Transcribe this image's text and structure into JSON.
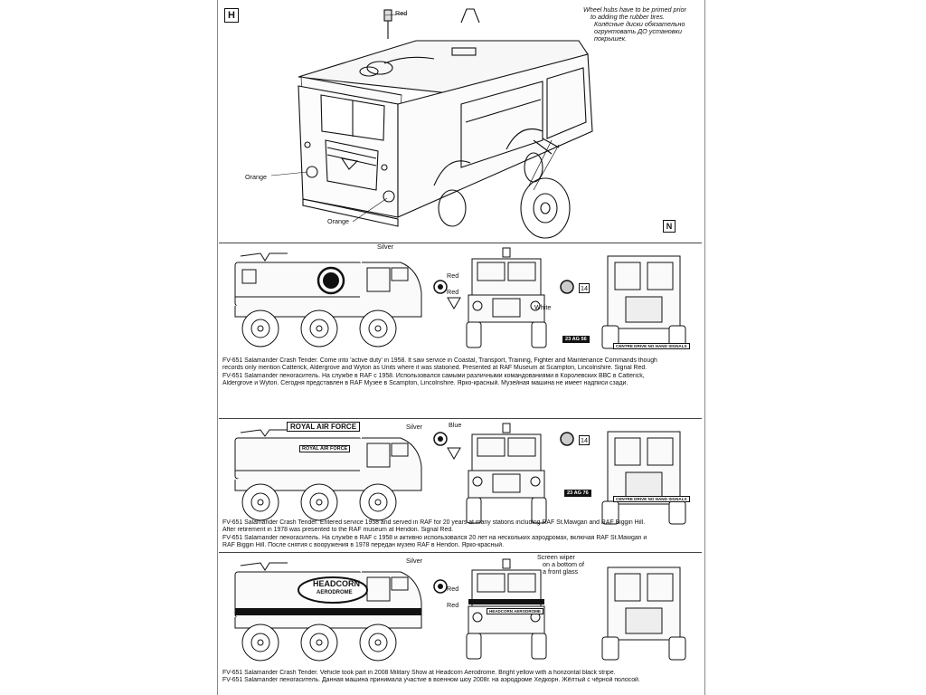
{
  "section_h": {
    "letter": "H",
    "note_en_1": "Wheel hubs have to be primed prior",
    "note_en_2": "to adding the rubber tires.",
    "note_ru_1": "Колёсные диски обязательно",
    "note_ru_2": "огрунтовать ДО установки",
    "note_ru_3": "покрышек.",
    "label_red": "Red",
    "label_orange_1": "Orange",
    "label_orange_2": "Orange",
    "letter_n": "N"
  },
  "variant1": {
    "label_silver": "Silver",
    "label_red_1": "Red",
    "label_red_2": "Red",
    "label_white": "White",
    "part_14": "14",
    "plate": "23 AG 56",
    "rear_plate": "CENTRE DRIVE NO HAND SIGNALS",
    "desc": [
      "FV-651 Salamander Crash Tender. Come into 'active duty' in 1958. It saw service in Coastal, Transport, Training, Fighter and Maintenance Commands though",
      "records only mention Catterick, Aldergrove and Wyton as Units where it was stationed. Presented at RAF Museum at Scampton, Lincolnshire. Signal Red.",
      "FV-651 Salamander пеногаситель. На службе в RAF с 1958. Использовался самыми различными командованиями в Королевских ВВС в Catterick,",
      "Aldergrove и Wyton. Сегодня представлен в RAF Музее в Scampton, Lincolnshire. Ярко-красный. Музейная машина не имеет надписи сзади."
    ]
  },
  "variant2": {
    "banner": "ROYAL AIR FORCE",
    "side_text": "ROYAL AIR FORCE",
    "label_silver": "Silver",
    "label_blue": "Blue",
    "part_14": "14",
    "plate": "23 AG 76",
    "rear_plate": "CENTRE DRIVE NO HAND SIGNALS",
    "desc": [
      "FV-651 Salamander Crash Tender. Entered service 1958 and served in RAF for 20 years at many stations including RAF St.Mawgan and RAF Biggin Hill.",
      "After retirement in 1978 was presented to the RAF museum at Hendon. Signal Red.",
      "FV-651 Salamander пеногаситель. На службе в RAF с 1958 и активно использовался 20 лет на нескольких аэродромах, включая RAF St.Mawgan и",
      "RAF Biggin Hill. После снятия с вооружения в 1978 передан музею RAF в Hendon. Ярко-красный."
    ]
  },
  "variant3": {
    "logo_line1": "HEADCORN",
    "logo_line2": "AERODROME",
    "front_logo": "HEADCORN AERODROME",
    "label_silver": "Silver",
    "label_red_1": "Red",
    "label_red_2": "Red",
    "wiper_note_1": "Screen wiper",
    "wiper_note_2": "on a bottom of",
    "wiper_note_3": "a front glass",
    "desc": [
      "FV-651 Salamander Crash Tender. Vehicle took part in 2008 Military Show at Headcorn Aerodrome. Bright yellow with a horizontal black stripe.",
      "FV-651 Salamander пеногаситель. Данная машина принимала участие в военном шоу 2008г. на аэродроме Хедкорн. Жёлтый с чёрной полосой."
    ]
  }
}
